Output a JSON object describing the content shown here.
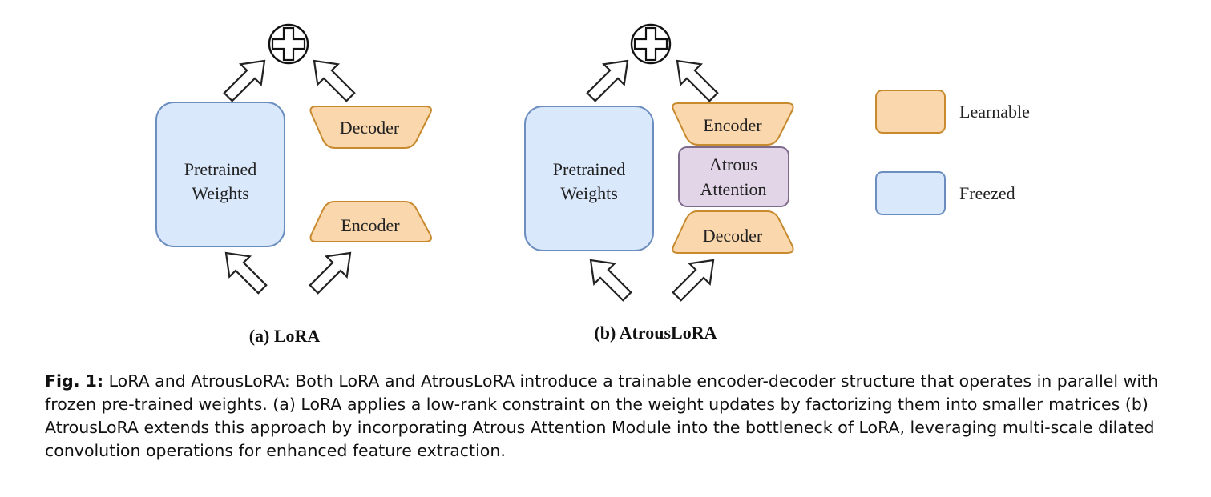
{
  "diagram": {
    "lora": {
      "pretrained_line1": "Pretrained",
      "pretrained_line2": "Weights",
      "decoder": "Decoder",
      "encoder": "Encoder",
      "subcaption": "(a) LoRA"
    },
    "atrous": {
      "pretrained_line1": "Pretrained",
      "pretrained_line2": "Weights",
      "encoder": "Encoder",
      "attention_line1": "Atrous",
      "attention_line2": "Attention",
      "decoder": "Decoder",
      "subcaption": "(b) AtrousLoRA"
    },
    "legend": {
      "learnable": "Learnable",
      "freezed": "Freezed"
    },
    "colors": {
      "learnable_fill": "#FAD7AC",
      "learnable_stroke": "#C88A2E",
      "freezed_fill": "#DAE8FC",
      "freezed_stroke": "#6C8EBF",
      "attention_fill": "#E1D5E7",
      "attention_stroke": "#7E6A8A"
    },
    "icons": [
      "plus-circle-icon",
      "hollow-arrow-icon"
    ]
  },
  "caption": {
    "label": "Fig. 1:",
    "text": " LoRA and AtrousLoRA: Both LoRA and AtrousLoRA introduce a trainable encoder-decoder structure that operates in parallel with frozen pre-trained weights. (a) LoRA applies a low-rank constraint on the weight updates by factorizing them into smaller matrices (b) AtrousLoRA extends this approach by incorporating Atrous Attention Module into the bottleneck of LoRA, leveraging multi-scale dilated convolution operations for enhanced feature extraction."
  }
}
